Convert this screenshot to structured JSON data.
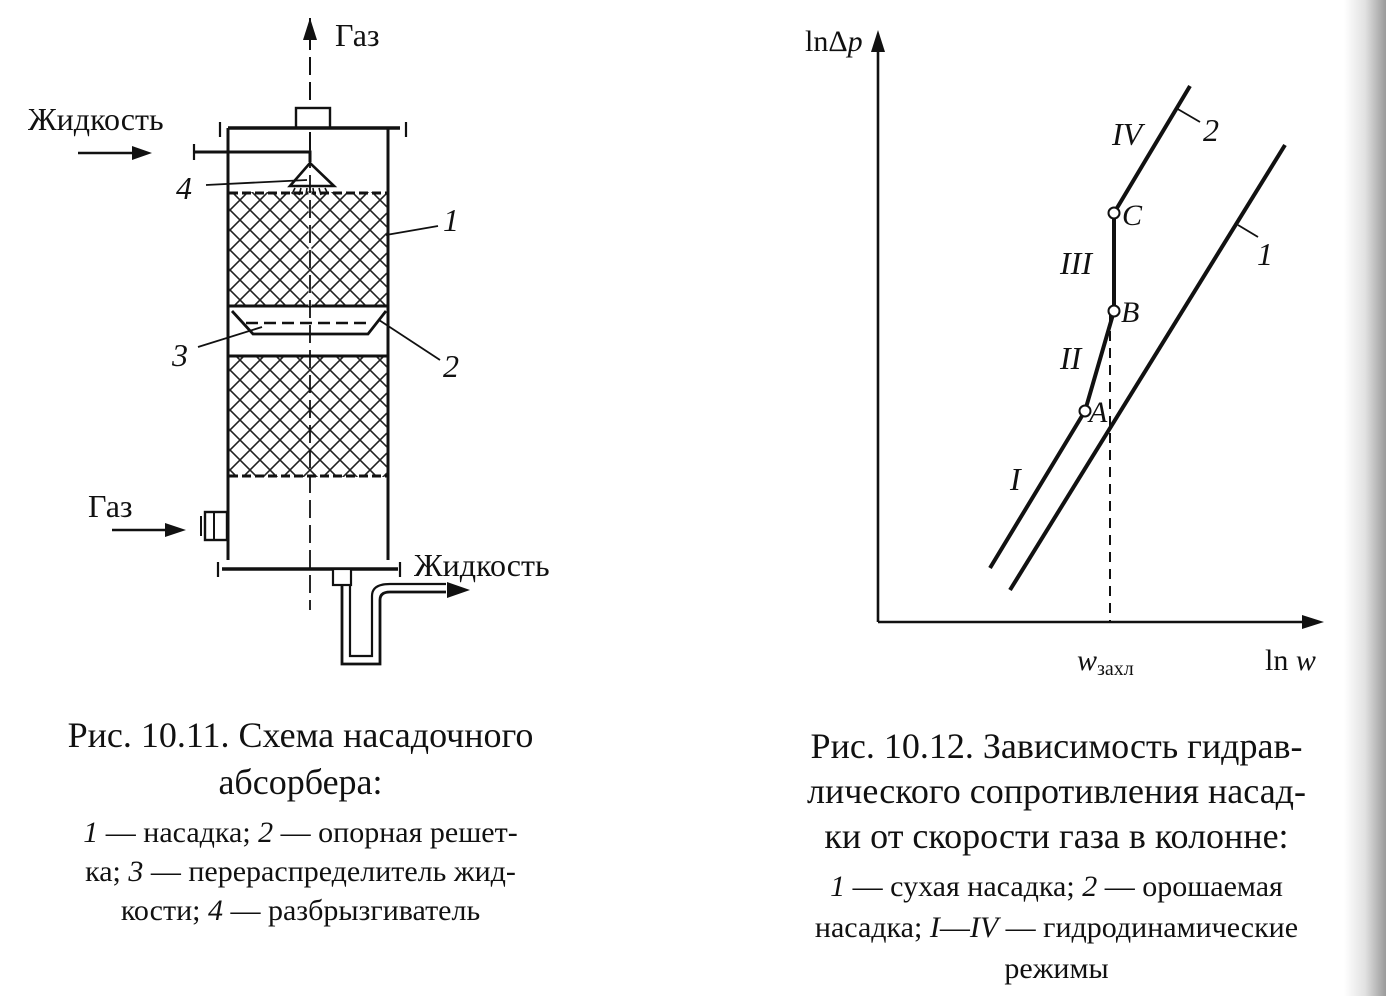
{
  "figures": [
    {
      "id": "fig_10_11",
      "labels": {
        "gas_top": "Газ",
        "liquid_inlet": "Жидкость",
        "gas_inlet": "Газ",
        "liquid_outlet": "Жидкость",
        "callout_1": "1",
        "callout_2": "2",
        "callout_3": "3",
        "callout_4": "4"
      },
      "caption": {
        "line1": "Рис. 10.11. Схема насадочного",
        "line2": "абсорбера:",
        "legend": {
          "part1_num": "1",
          "part1_text": " — насадка; ",
          "part2_num": "2",
          "part2_text": " — опорная решет-",
          "part3_prefix": "ка; ",
          "part3_num": "3",
          "part3_text": " — перераспределитель жид-",
          "part4_prefix": "кости; ",
          "part4_num": "4",
          "part4_text": " — разбрызгиватель"
        }
      }
    },
    {
      "id": "fig_10_12",
      "labels": {
        "y_axis_prefix": "ln",
        "y_axis_delta": "Δ",
        "y_axis_var": "p",
        "x_axis_prefix": "ln ",
        "x_axis_var": "w",
        "flood_var": "w",
        "flood_sub": "захл",
        "point_A": "A",
        "point_B": "B",
        "point_C": "C",
        "curve_1": "1",
        "curve_2": "2",
        "regime_I": "I",
        "regime_II": "II",
        "regime_III": "III",
        "regime_IV": "IV"
      },
      "caption": {
        "line1": "Рис. 10.12. Зависимость гидрав-",
        "line2": "лического сопротивления насад-",
        "line3": "ки от скорости газа в колонне:",
        "legend": {
          "part1_num": "1",
          "part1_text": " — сухая насадка; ",
          "part2_num": "2",
          "part2_text": " — орошаемая",
          "part3_prefix": "насадка; ",
          "part3_num": "I",
          "part3_dash": "—",
          "part3_num2": "IV",
          "part3_text": " — гидродинамические",
          "part4_text": "режимы"
        }
      }
    }
  ]
}
